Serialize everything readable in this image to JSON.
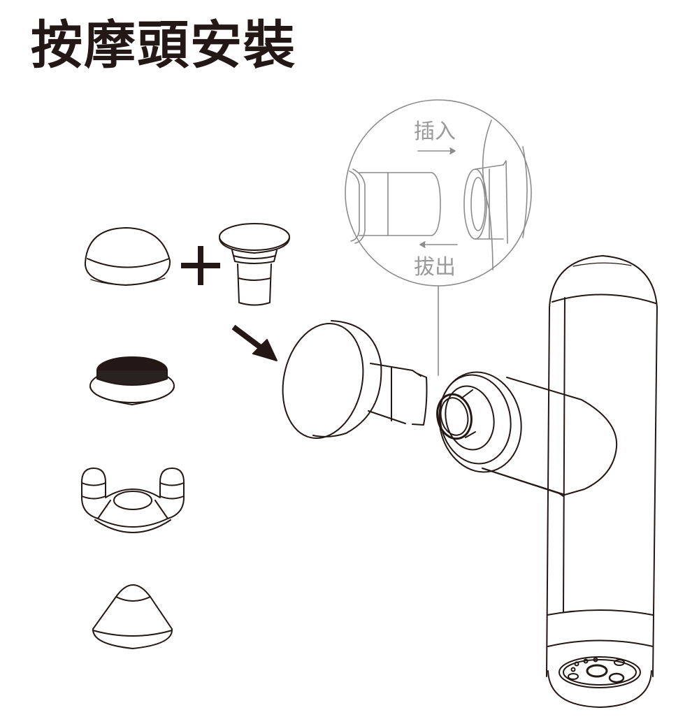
{
  "page": {
    "title": "按摩頭安裝",
    "background": "#ffffff",
    "ink_color": "#231815",
    "callout_color": "#9a9a9a"
  },
  "detail_callout": {
    "insert_label": "插入",
    "remove_label": "拔出",
    "insert_arrow": "right",
    "remove_arrow": "left"
  },
  "attachments": [
    {
      "name": "round-head-cap",
      "note": "flat round head (combined with adapter)"
    },
    {
      "name": "adapter-shaft",
      "note": "connector shaft"
    },
    {
      "name": "brush-head",
      "note": "dark textured pad"
    },
    {
      "name": "fork-head",
      "note": "U-shaped forked head"
    },
    {
      "name": "bullet-head",
      "note": "cone head"
    }
  ],
  "symbols": {
    "plus": "+",
    "assembly_arrow": "down-right"
  }
}
